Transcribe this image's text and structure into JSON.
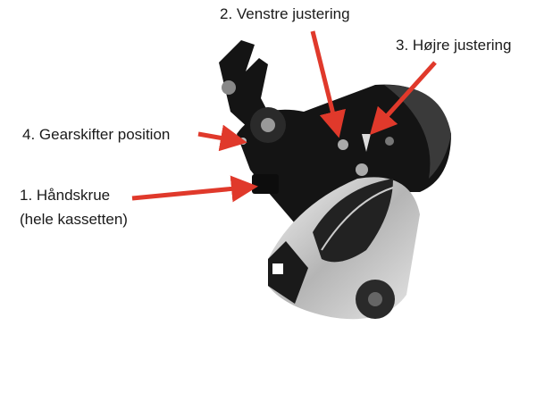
{
  "labels": {
    "venstre": "2. Venstre justering",
    "hojre": "3. Højre justering",
    "gearskifter": "4. Gearskifter position",
    "handskrue": "1. Håndskrue",
    "handskrue_sub": "(hele kassetten)"
  },
  "colors": {
    "arrow": "#e0392b",
    "body": "#141414",
    "cage": "#c8c8c8"
  }
}
